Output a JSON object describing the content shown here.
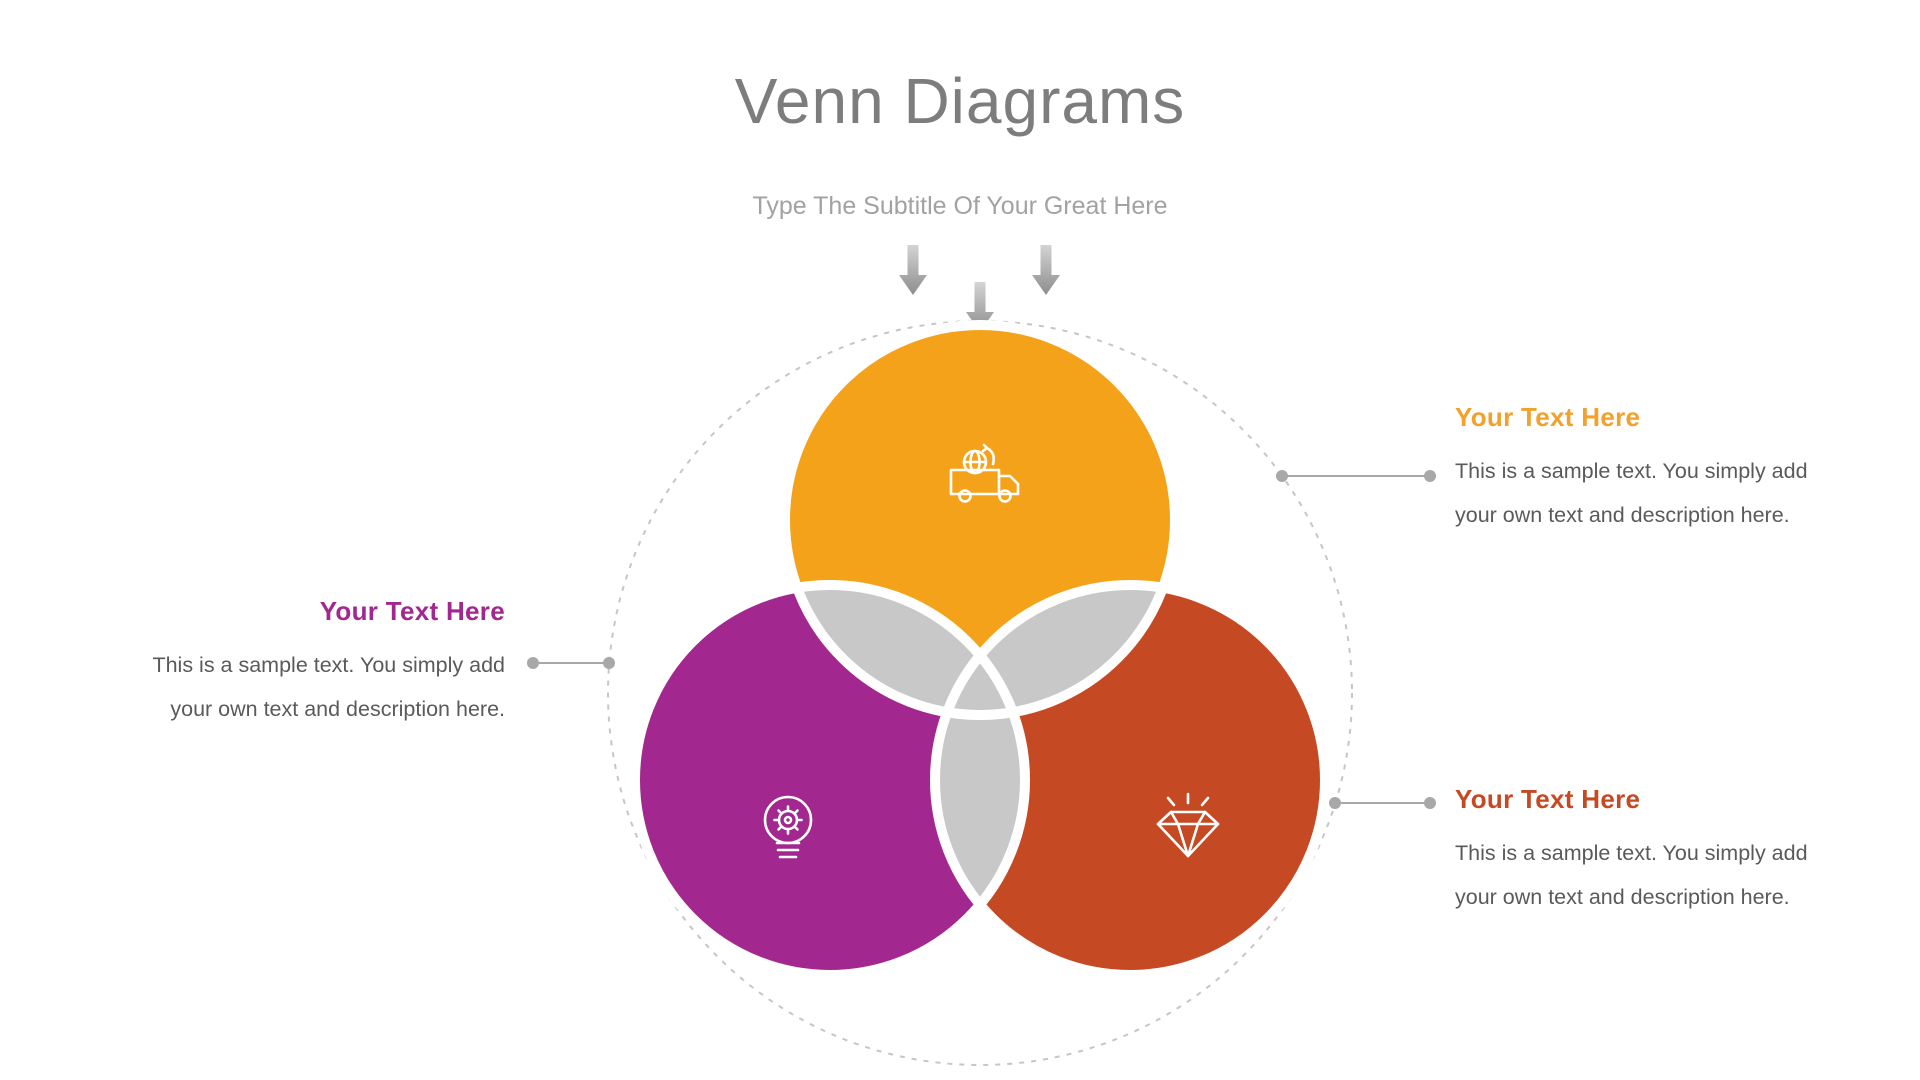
{
  "title": "Venn Diagrams",
  "subtitle": "Type The Subtitle Of Your Great Here",
  "colors": {
    "amber": "#F5A21B",
    "purple": "#A2278E",
    "red": "#C54A24",
    "overlap": "#C8C8C8",
    "dashed": "#C6C6C6",
    "connector": "#A8A8A8",
    "arrow": "#9A9A9A",
    "title_gray": "#7D7D7D",
    "subtitle_gray": "#A2A2A2",
    "body_text": "#5A5A5A"
  },
  "venn": {
    "circles": [
      {
        "name": "top",
        "color": "#F5A21B",
        "icon": "delivery-truck-globe-icon"
      },
      {
        "name": "bottom-left",
        "color": "#A2278E",
        "icon": "lightbulb-gear-icon"
      },
      {
        "name": "bottom-right",
        "color": "#C54A24",
        "icon": "diamond-icon"
      }
    ]
  },
  "callouts": {
    "right_top": {
      "heading": "Your Text Here",
      "lines": [
        "This is a sample text. You simply add",
        "your own text and description here."
      ]
    },
    "left": {
      "heading": "Your Text Here",
      "lines": [
        "This is a sample text. You simply add",
        "your own text and description here."
      ]
    },
    "right_bottom": {
      "heading": "Your Text Here",
      "lines": [
        "This is a sample text. You simply add",
        "your own text and description here."
      ]
    }
  }
}
